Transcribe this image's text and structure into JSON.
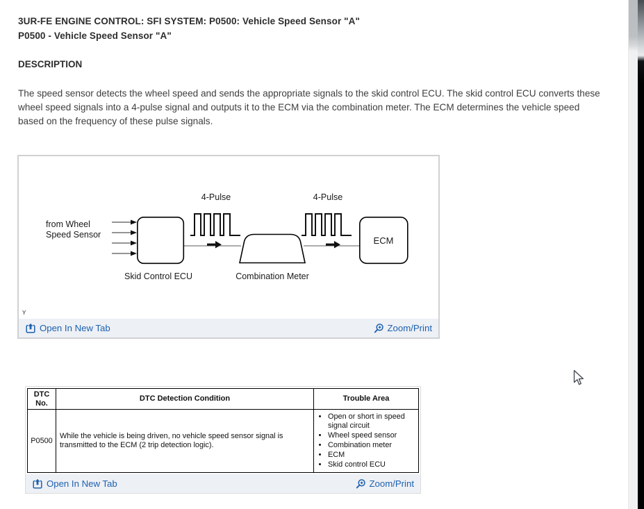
{
  "page": {
    "title_line1": "3UR-FE ENGINE CONTROL: SFI SYSTEM: P0500: Vehicle Speed Sensor \"A\"",
    "title_line2": "P0500 - Vehicle Speed Sensor \"A\"",
    "section_heading": "DESCRIPTION",
    "description": "The speed sensor detects the wheel speed and sends the appropriate signals to the skid control ECU. The skid control ECU converts these wheel speed signals into a 4-pulse signal and outputs it to the ECM via the combination meter. The ECM determines the vehicle speed based on the frequency of these pulse signals."
  },
  "diagram": {
    "pulse_label_left": "4-Pulse",
    "pulse_label_right": "4-Pulse",
    "from_label_line1": "from Wheel",
    "from_label_line2": "Speed Sensor",
    "skid_ecu_label": "Skid Control ECU",
    "meter_label": "Combination Meter",
    "ecm_label": "ECM",
    "corner_mark": "Y"
  },
  "figure_actions": {
    "open_label": "Open In New Tab",
    "zoom_label": "Zoom/Print"
  },
  "dtc_table": {
    "headers": [
      "DTC No.",
      "DTC Detection Condition",
      "Trouble Area"
    ],
    "rows": [
      {
        "dtc_no": "P0500",
        "condition": "While the vehicle is being driven, no vehicle speed sensor signal is transmitted to the ECM (2 trip detection logic).",
        "trouble_areas": [
          "Open or short in speed signal circuit",
          "Wheel speed sensor",
          "Combination meter",
          "ECM",
          "Skid control ECU"
        ]
      }
    ]
  },
  "colors": {
    "link_blue": "#1d61ae",
    "footer_bg": "#edf0f5"
  }
}
